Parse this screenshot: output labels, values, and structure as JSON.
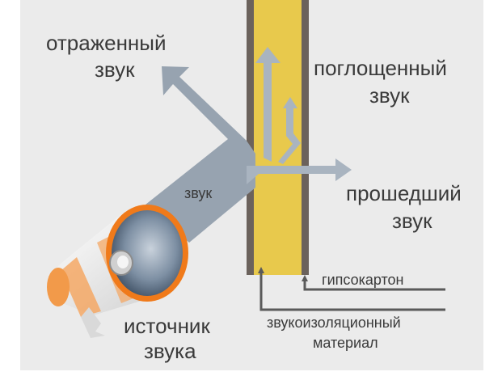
{
  "labels": {
    "reflected_line1": "отраженный",
    "reflected_line2": "звук",
    "absorbed_line1": "поглощенный",
    "absorbed_line2": "звук",
    "transmitted_line1": "прошедший",
    "transmitted_line2": "звук",
    "beam": "звук",
    "source_line1": "источник",
    "source_line2": "звука",
    "drywall": "гипсокартон",
    "insulation_line1": "звукоизоляционный",
    "insulation_line2": "материал"
  },
  "colors": {
    "background": "#ebebeb",
    "insulation": "#e8c94c",
    "drywall": "#6b625c",
    "arrow": "#97a3b0",
    "megaphone_ring": "#f07a1a"
  }
}
